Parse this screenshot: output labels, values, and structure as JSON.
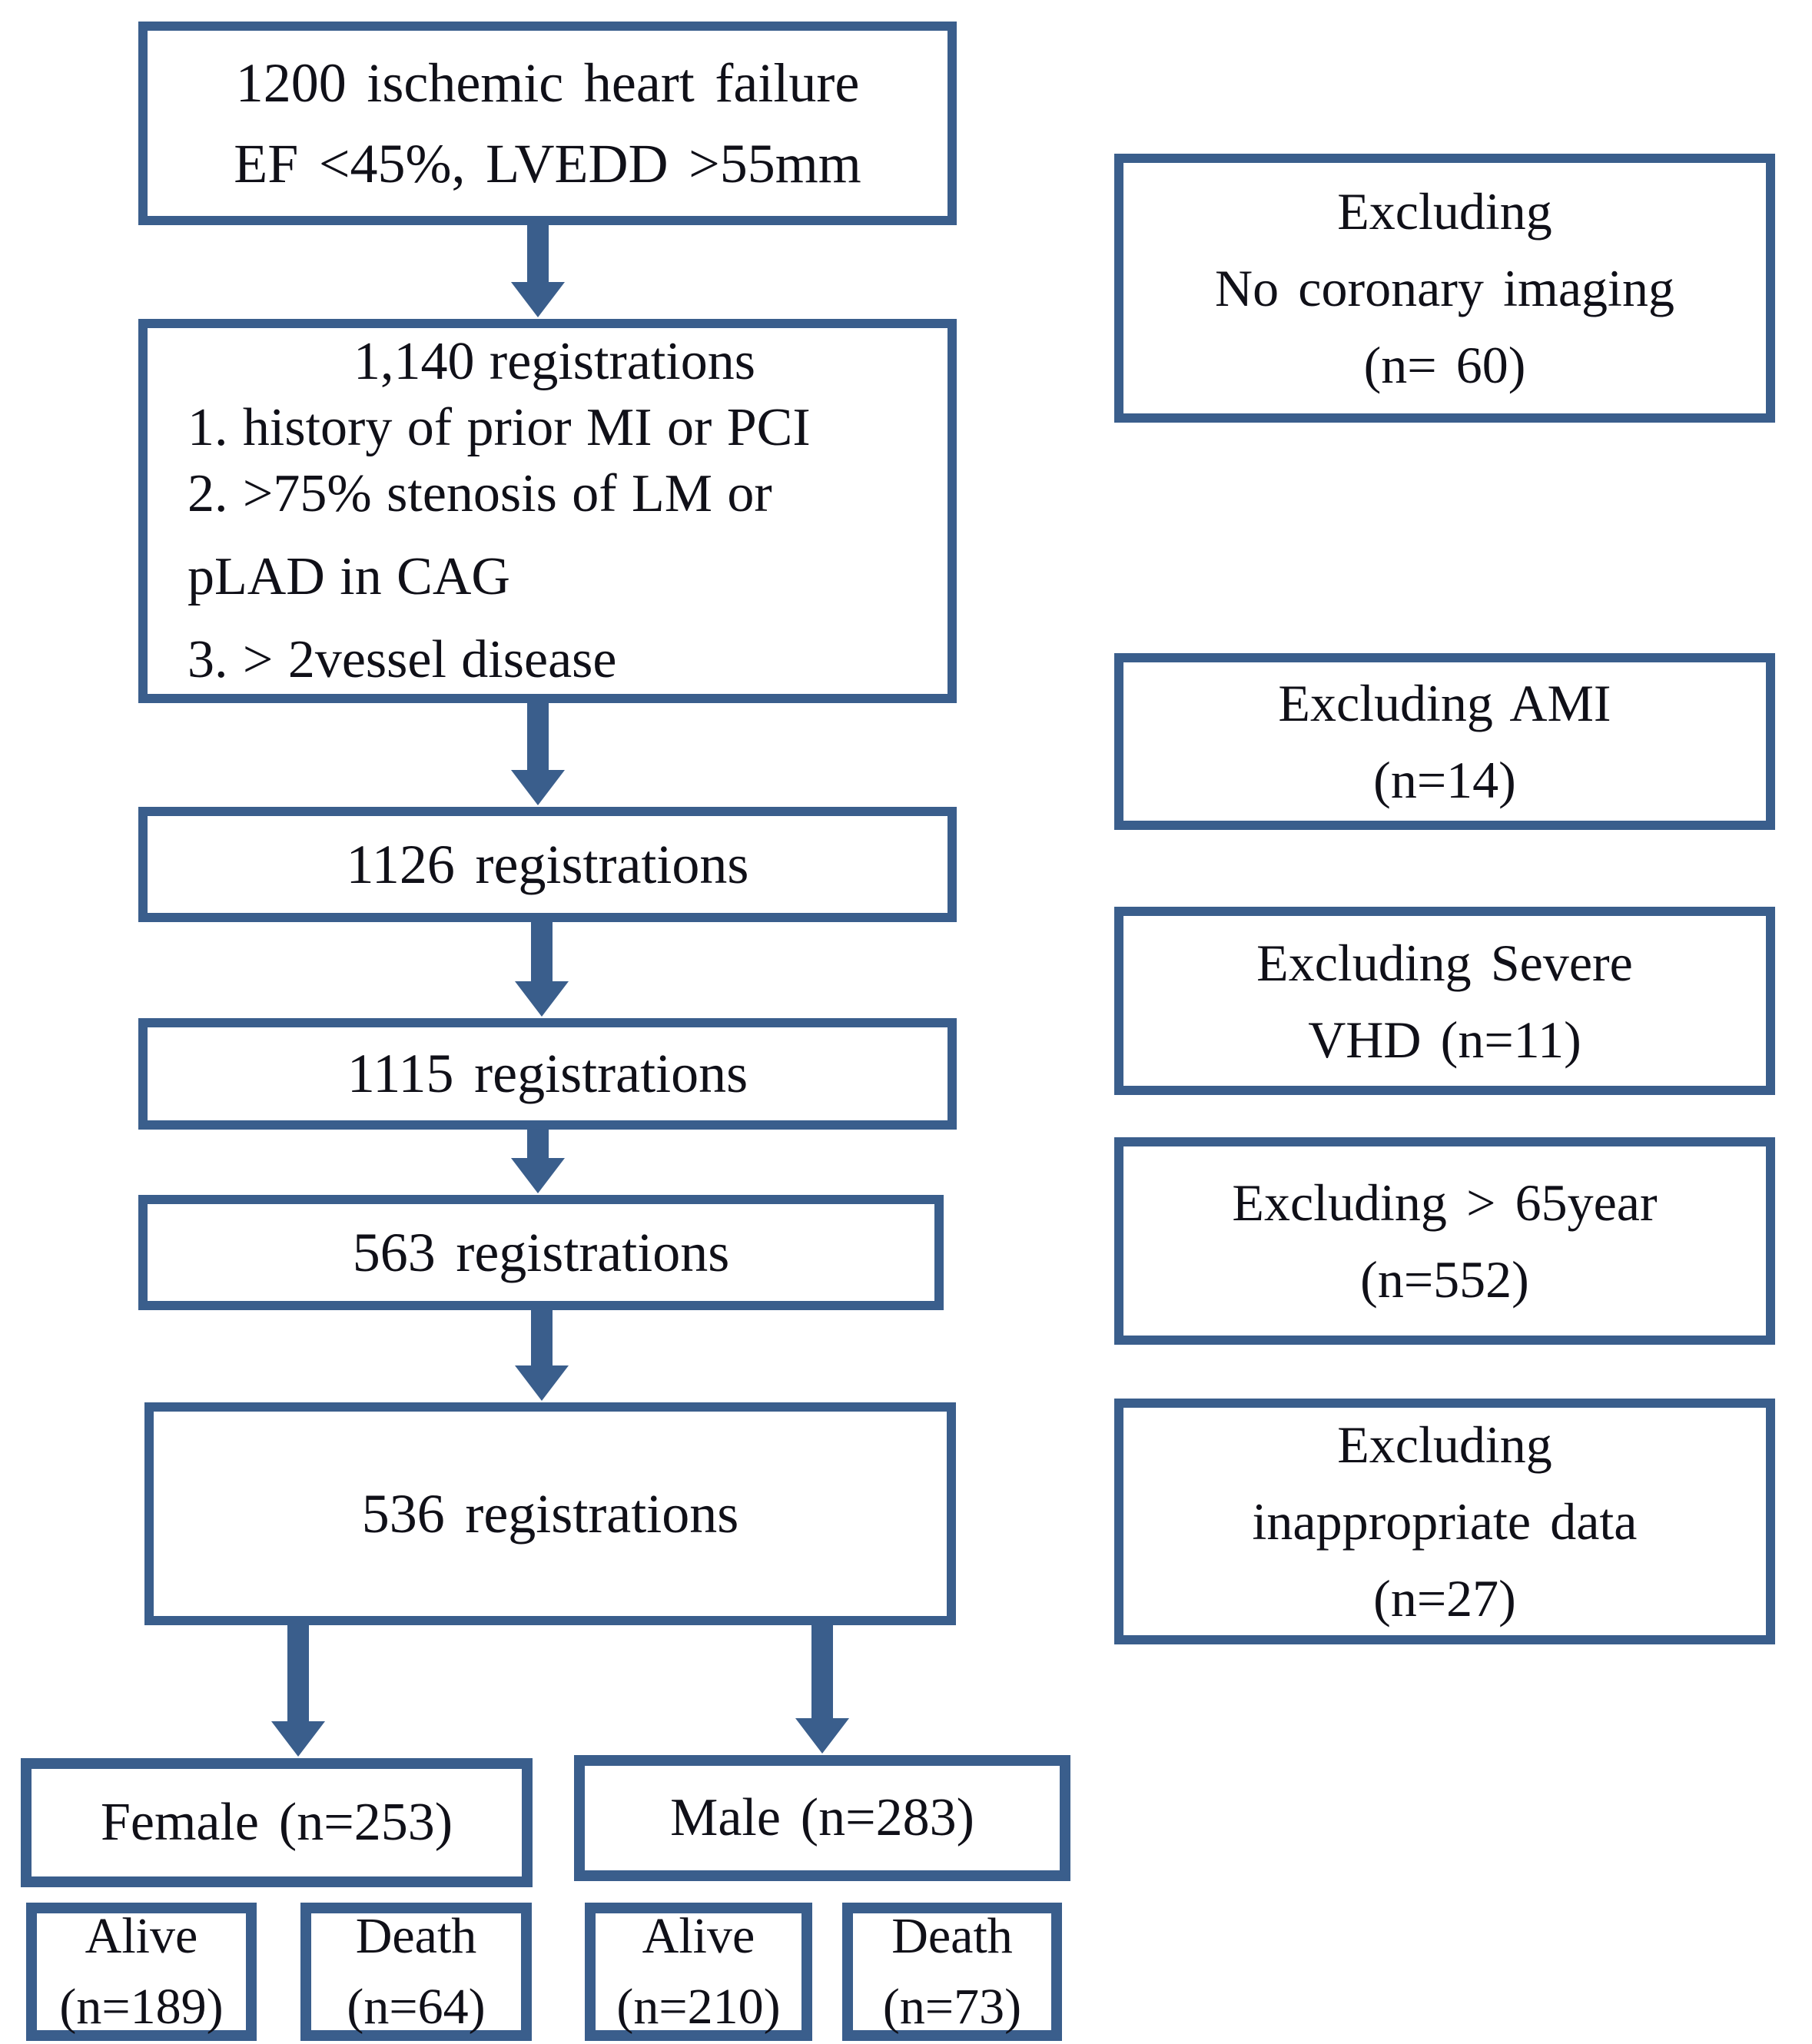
{
  "colors": {
    "accent": "#3A5E8C",
    "text": "#101018",
    "background": "#FFFFFF"
  },
  "flow": {
    "initial": {
      "lines": [
        "1200 ischemic heart failure",
        "EF <45%, LVEDD >55mm"
      ]
    },
    "reg1140": {
      "lines": [
        "1,140 registrations",
        "1. history of prior MI or PCI",
        "2. >75% stenosis of LM or",
        "pLAD in CAG",
        "3. > 2vessel disease"
      ]
    },
    "reg1126": {
      "label": "1126 registrations"
    },
    "reg1115": {
      "label": "1115 registrations"
    },
    "reg563": {
      "label": "563 registrations"
    },
    "reg536": {
      "label": "536 registrations"
    },
    "female": {
      "label": "Female (n=253)"
    },
    "male": {
      "label": "Male (n=283)"
    },
    "femaleAlive": {
      "lines": [
        "Alive",
        "(n=189)"
      ]
    },
    "femaleDeath": {
      "lines": [
        "Death",
        "(n=64)"
      ]
    },
    "maleAlive": {
      "lines": [
        "Alive",
        "(n=210)"
      ]
    },
    "maleDeath": {
      "lines": [
        "Death",
        "(n=73)"
      ]
    }
  },
  "exclusions": [
    {
      "lines": [
        "Excluding",
        "No coronary imaging",
        "(n= 60)"
      ]
    },
    {
      "lines": [
        "Excluding AMI",
        "(n=14)"
      ]
    },
    {
      "lines": [
        "Excluding Severe",
        "VHD (n=11)"
      ]
    },
    {
      "lines": [
        "Excluding > 65year",
        "(n=552)"
      ]
    },
    {
      "lines": [
        "Excluding",
        "inappropriate data",
        "(n=27)"
      ]
    }
  ]
}
